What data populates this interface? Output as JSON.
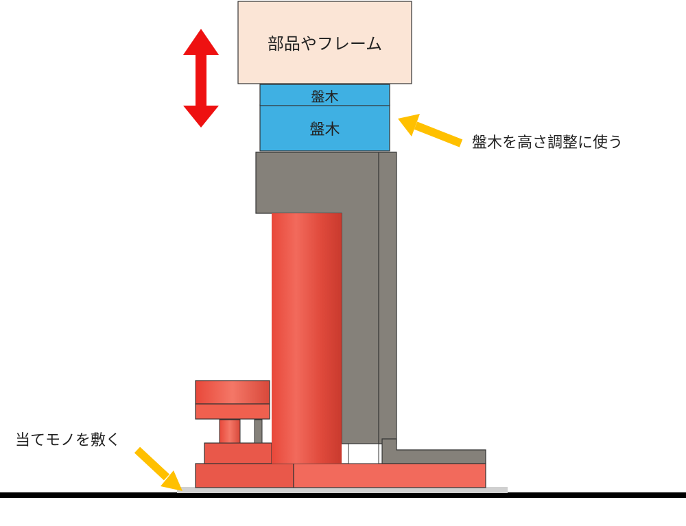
{
  "labels": {
    "part": "部品やフレーム",
    "block_top": "盤木",
    "block_bottom": "盤木",
    "annotation_block": "盤木を高さ調整に使う",
    "annotation_mat": "当てモノを敷く"
  },
  "colors": {
    "part": "#fbe5d6",
    "block": "#3fb0e3",
    "jack_red": "#f0604f",
    "jack_body": "#85817a",
    "mat": "#d0d0d0",
    "ground": "#000000",
    "arrow_red": "#ee1111",
    "arrow_yellow": "#ffc000"
  },
  "icons": {
    "height_adjust": "double-arrow-vertical-icon",
    "pointer": "arrow-pointer-icon"
  }
}
